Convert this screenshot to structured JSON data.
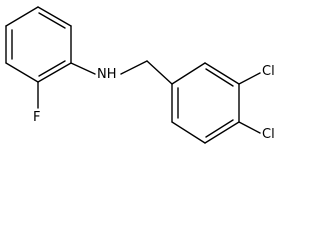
{
  "molecule": {
    "labels": {
      "fluorine": "F",
      "amine": "NH",
      "chlorine_3": "Cl",
      "chlorine_4": "Cl"
    },
    "colors": {
      "bond": "#000000",
      "text": "#000000",
      "background": "#ffffff"
    }
  }
}
